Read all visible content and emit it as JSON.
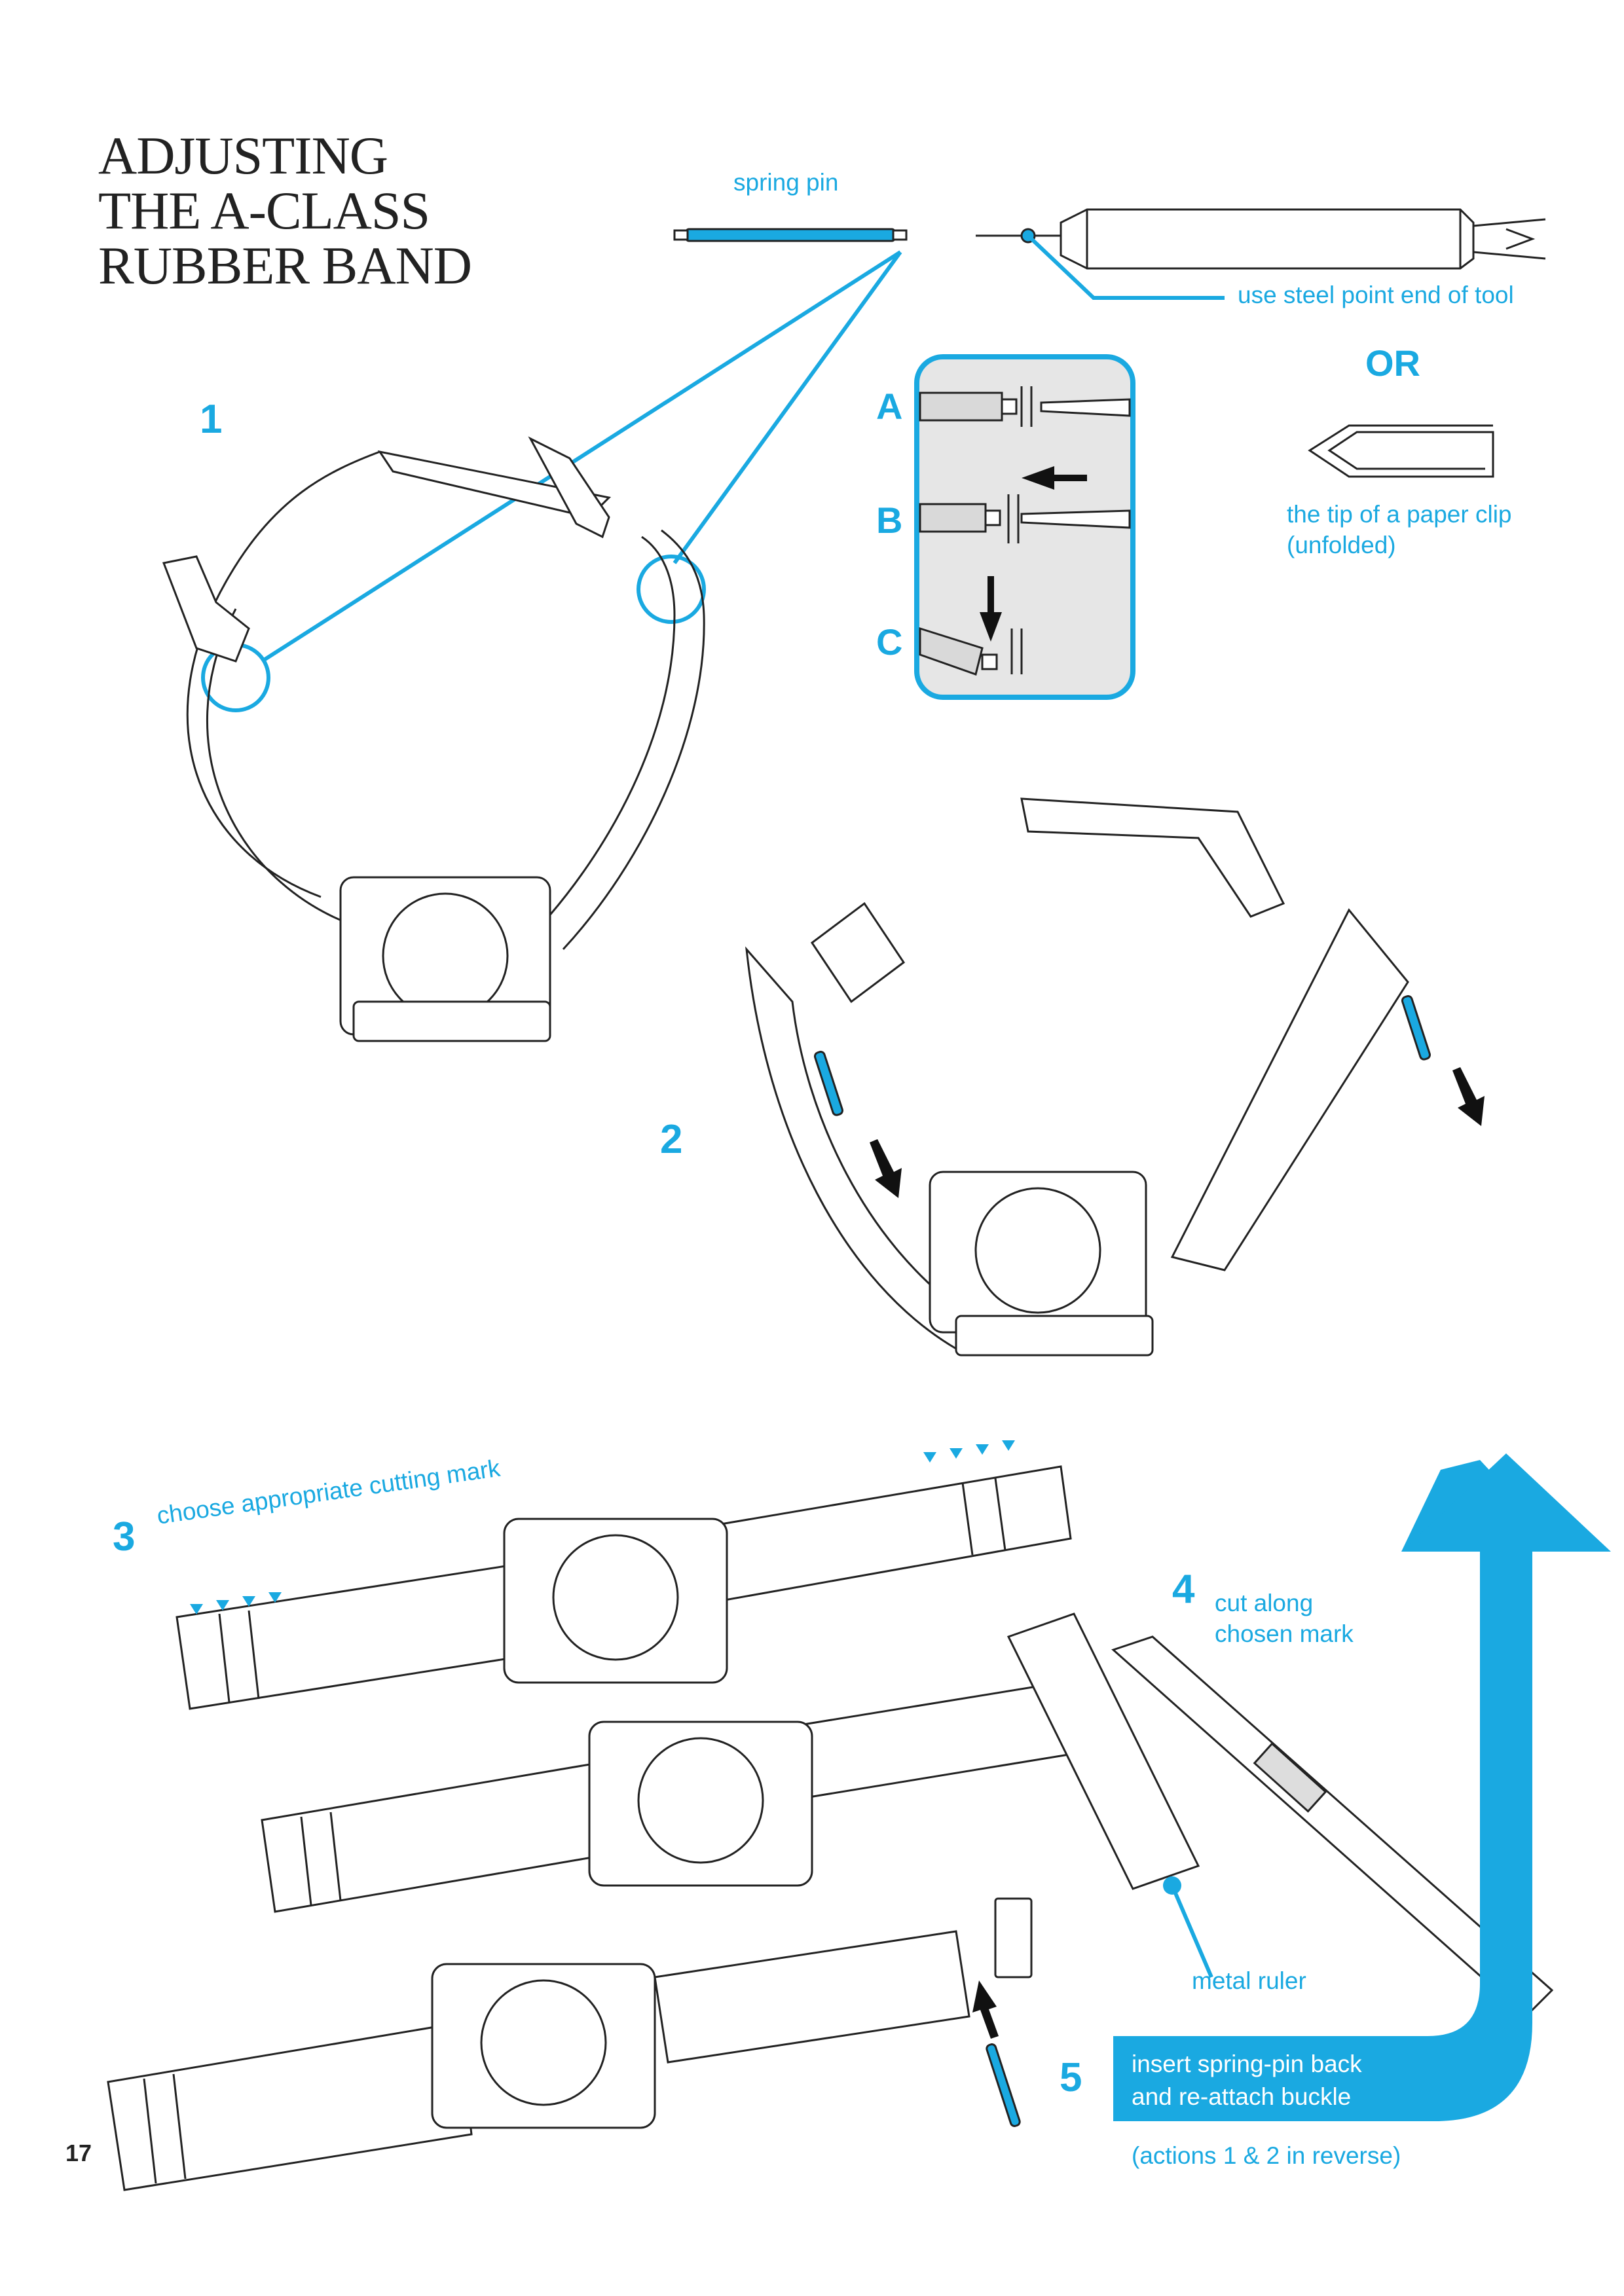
{
  "title_lines": [
    "ADJUSTING",
    "THE A-CLASS",
    "RUBBER BAND"
  ],
  "page_number": "17",
  "colors": {
    "accent": "#1aa9e1",
    "ink": "#222222",
    "panel": "#e6e6e6"
  },
  "labels": {
    "spring_pin": "spring pin",
    "tool": "use steel point end of tool",
    "or": "OR",
    "paper_clip_1": "the tip of a paper clip",
    "paper_clip_2": "(unfolded)",
    "metal_ruler": "metal ruler",
    "reverse_note": "(actions 1 & 2 in reverse)"
  },
  "inset": {
    "steps": [
      "A",
      "B",
      "C"
    ]
  },
  "steps": {
    "s1": {
      "number": "1"
    },
    "s2": {
      "number": "2"
    },
    "s3": {
      "number": "3",
      "text": "choose appropriate cutting mark"
    },
    "s4": {
      "number": "4",
      "line1": "cut along",
      "line2": "chosen mark"
    },
    "s5": {
      "number": "5",
      "line1": "insert spring-pin back",
      "line2": "and re-attach buckle"
    }
  }
}
